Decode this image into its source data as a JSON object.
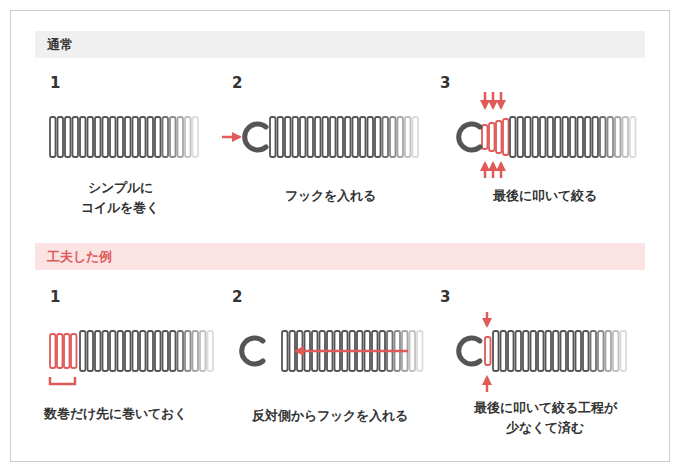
{
  "diagram": {
    "nodes": [
      {
        "text": [
          "通常"
        ]
      },
      {
        "text": [
          "工夫した例"
        ]
      }
    ],
    "labels": [
      "1",
      "2",
      "3",
      "シンプルに コイルを巻く",
      "フックを入れる",
      "最後に叩いて絞る",
      "1",
      "2",
      "3",
      "数巻だけ先に巻いておく",
      "反対側からフックを入れる",
      "最後に叩いて絞る工程が 少なくて済む"
    ]
  }
}
